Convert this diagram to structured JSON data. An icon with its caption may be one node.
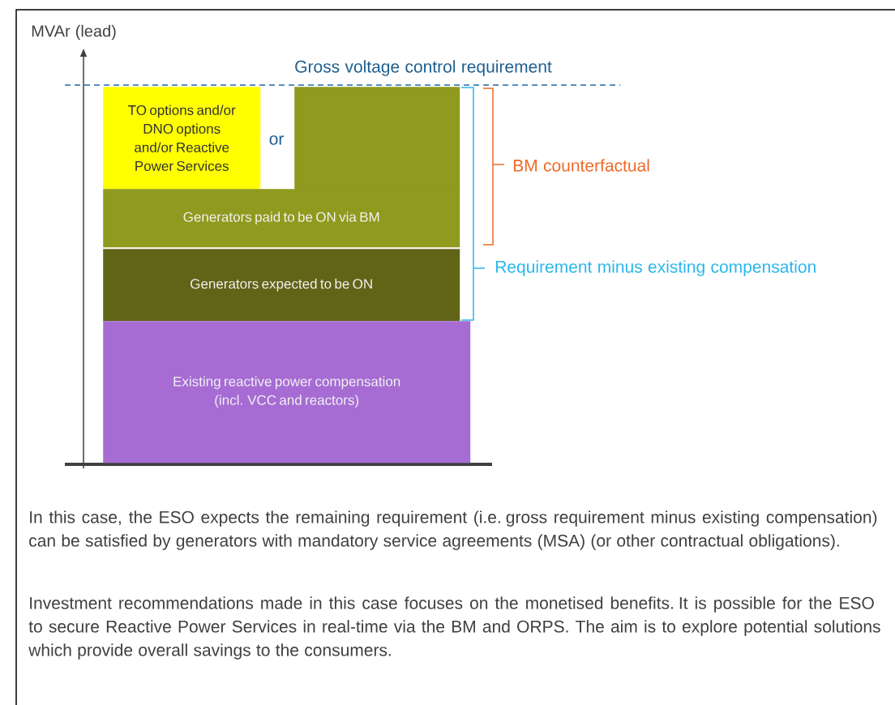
{
  "diagram": {
    "nodes": [
      {
        "text": [
          "TO options and/or DNO options and/or Reactive Power Services"
        ]
      },
      {
        "text": [],
        "shape": "box"
      },
      {
        "text": [
          "Generators paid to be ON via BM"
        ]
      },
      {
        "text": [
          "Generators expected to be ON"
        ]
      },
      {
        "text": [
          "Existing reactive power compensation (incl. VCC and reactors)"
        ]
      }
    ],
    "labels": [
      "MVAr (lead)",
      "Gross voltage control requirement",
      "or",
      "BM counterfactual",
      "Requirement minus existing compensation",
      "In this case, the ESO expects the remaining requirement (i.e. gross requirement minus existing compensation) can be satisfied by generators with mandatory service agreements (MSA) (or other contractual obligations).",
      "Investment recommendations made in this case focuses on the monetised benefits. It is possible for the ESO to secure Reactive Power Services in real-time via the BM and ORPS. The aim is to explore potential solutions which provide overall savings to the consumers."
    ]
  }
}
